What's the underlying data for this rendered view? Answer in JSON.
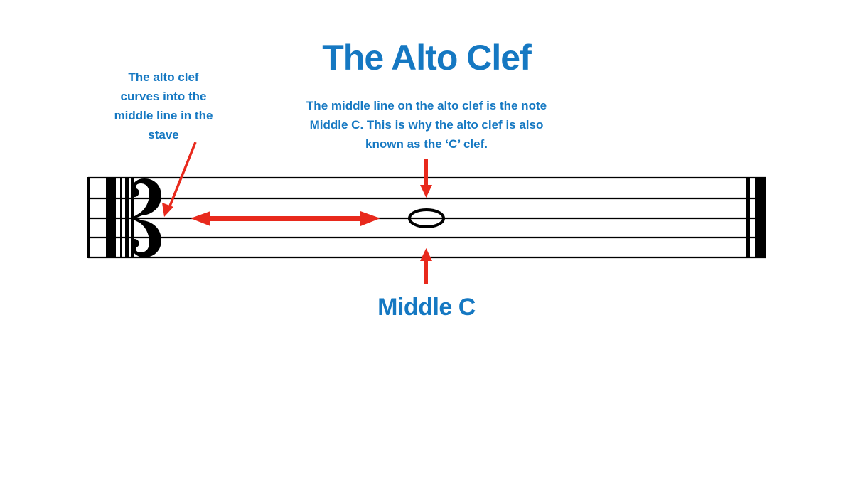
{
  "title": "The Alto Clef",
  "annotations": {
    "left": {
      "lines": [
        "The alto clef",
        "curves into the",
        "middle line in the",
        "stave"
      ]
    },
    "center": {
      "lines": [
        "The middle line on the alto clef is the note",
        "Middle C. This is why the alto clef is also",
        "known as the ‘C’ clef."
      ]
    },
    "note_label": "Middle C"
  },
  "colors": {
    "text_blue": "#1578c2",
    "arrow_red": "#e8291c",
    "staff_black": "#000000"
  },
  "staff": {
    "clef": "alto-clef",
    "note": "whole-note-middle-c"
  }
}
